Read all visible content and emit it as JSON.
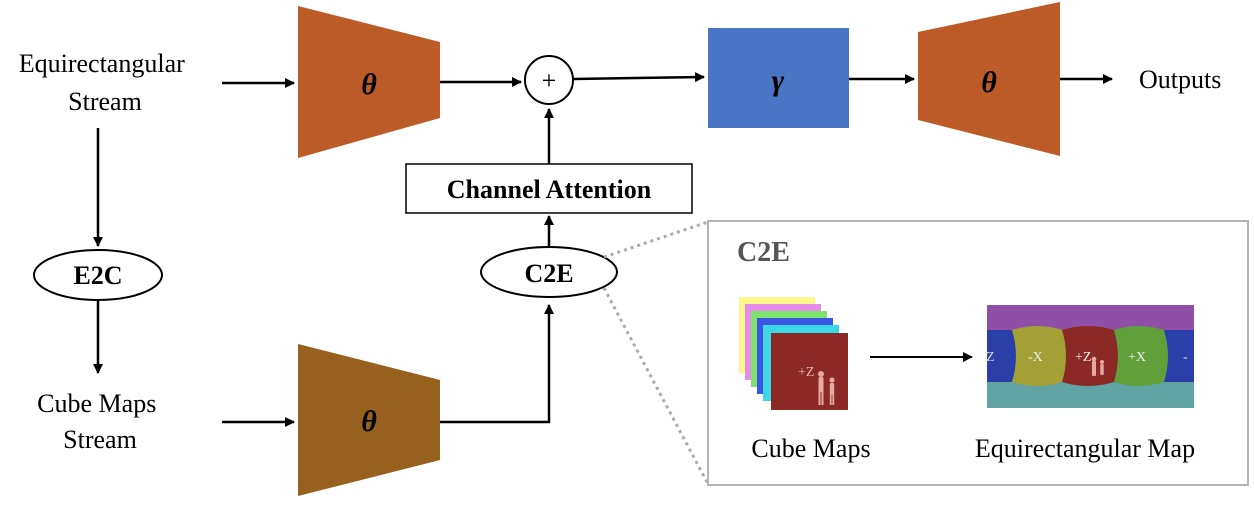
{
  "inputs": {
    "equirect_stream": [
      "Equirectangular",
      "Stream"
    ],
    "cube_stream": [
      "Cube Maps",
      "Stream"
    ]
  },
  "blocks": {
    "encoder_top": "θ",
    "encoder_bottom": "θ",
    "gamma": "γ",
    "decoder": "θ",
    "sum": "+"
  },
  "ops": {
    "e2c": "E2C",
    "c2e": "C2E",
    "channel_attention": "Channel Attention"
  },
  "output_label": "Outputs",
  "inset": {
    "title": "C2E",
    "cube_caption": "Cube Maps",
    "equirect_caption": "Equirectangular Map",
    "cube_face_label": "+Z",
    "equirect_face_labels": [
      "Z",
      "-X",
      "+Z",
      "+X",
      "-"
    ]
  },
  "colors": {
    "encoder_top": "#bd5b28",
    "encoder_bottom": "#98601f",
    "gamma": "#4a74c4",
    "decoder": "#bd5b28",
    "cube_face": "#8b2a24",
    "inset_border": "#b3b3b3"
  }
}
